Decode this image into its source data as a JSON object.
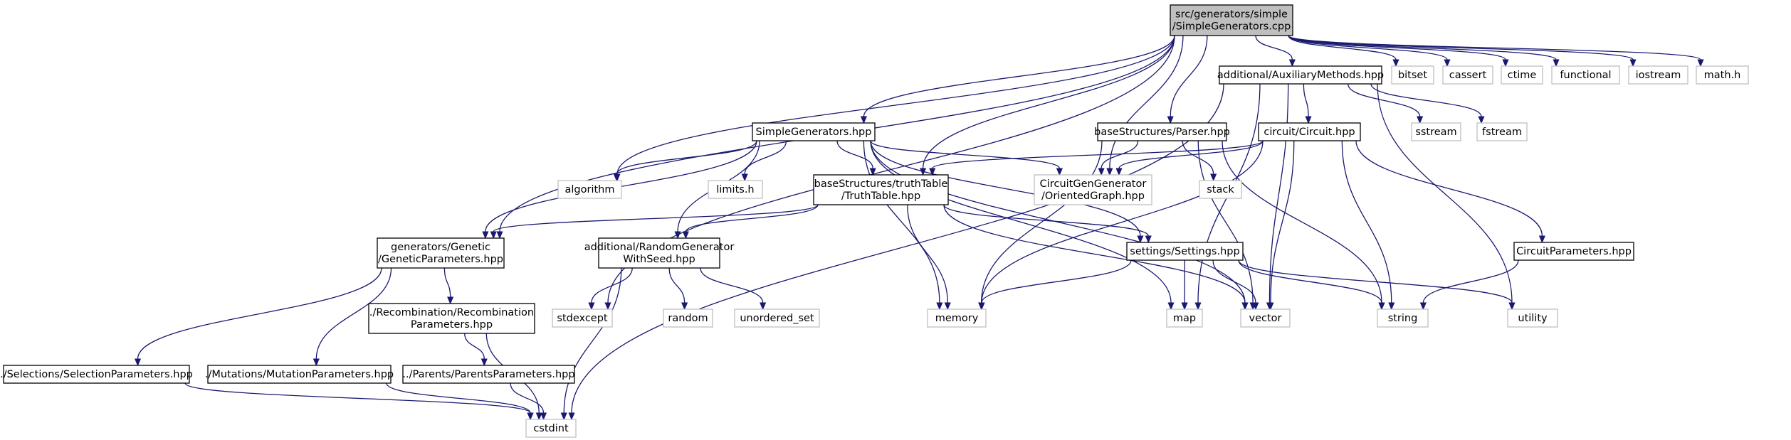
{
  "colors": {
    "edge": "#191970",
    "root_fill": "#bfbfbf",
    "root_border": "#000000",
    "node_border": "#000000",
    "external_border": "#bfbfbf",
    "fill": "#ffffff"
  },
  "nodes": [
    {
      "id": "root",
      "kind": "root",
      "lines": [
        "src/generators/simple",
        "/SimpleGenerators.cpp"
      ]
    },
    {
      "id": "aux",
      "kind": "local",
      "lines": [
        "additional/AuxiliaryMethods.hpp"
      ]
    },
    {
      "id": "bitset",
      "kind": "system",
      "lines": [
        "bitset"
      ]
    },
    {
      "id": "cassert",
      "kind": "system",
      "lines": [
        "cassert"
      ]
    },
    {
      "id": "ctime",
      "kind": "system",
      "lines": [
        "ctime"
      ]
    },
    {
      "id": "functional",
      "kind": "system",
      "lines": [
        "functional"
      ]
    },
    {
      "id": "iostream",
      "kind": "system",
      "lines": [
        "iostream"
      ]
    },
    {
      "id": "mathh",
      "kind": "system",
      "lines": [
        "math.h"
      ]
    },
    {
      "id": "simplegen",
      "kind": "local",
      "lines": [
        "SimpleGenerators.hpp"
      ]
    },
    {
      "id": "parser",
      "kind": "local",
      "lines": [
        "baseStructures/Parser.hpp"
      ]
    },
    {
      "id": "circuit",
      "kind": "local",
      "lines": [
        "circuit/Circuit.hpp"
      ]
    },
    {
      "id": "sstream",
      "kind": "system",
      "lines": [
        "sstream"
      ]
    },
    {
      "id": "fstream",
      "kind": "system",
      "lines": [
        "fstream"
      ]
    },
    {
      "id": "algorithm",
      "kind": "system",
      "lines": [
        "algorithm"
      ]
    },
    {
      "id": "limits",
      "kind": "system",
      "lines": [
        "limits.h"
      ]
    },
    {
      "id": "truth",
      "kind": "local",
      "lines": [
        "baseStructures/truthTable",
        "/TruthTable.hpp"
      ]
    },
    {
      "id": "oriented",
      "kind": "system",
      "lines": [
        "CircuitGenGenerator",
        "/OrientedGraph.hpp"
      ]
    },
    {
      "id": "stack",
      "kind": "system",
      "lines": [
        "stack"
      ]
    },
    {
      "id": "genetic",
      "kind": "local",
      "lines": [
        "generators/Genetic",
        "/GeneticParameters.hpp"
      ]
    },
    {
      "id": "random",
      "kind": "local",
      "lines": [
        "additional/RandomGenerator",
        "WithSeed.hpp"
      ]
    },
    {
      "id": "settings",
      "kind": "local",
      "lines": [
        "settings/Settings.hpp"
      ]
    },
    {
      "id": "circparams",
      "kind": "local",
      "lines": [
        "CircuitParameters.hpp"
      ]
    },
    {
      "id": "recomb",
      "kind": "local",
      "lines": [
        "./Recombination/Recombination",
        "Parameters.hpp"
      ]
    },
    {
      "id": "stdexcept",
      "kind": "system",
      "lines": [
        "stdexcept"
      ]
    },
    {
      "id": "randomlib",
      "kind": "system",
      "lines": [
        "random"
      ]
    },
    {
      "id": "unordered",
      "kind": "system",
      "lines": [
        "unordered_set"
      ]
    },
    {
      "id": "memory",
      "kind": "system",
      "lines": [
        "memory"
      ]
    },
    {
      "id": "map",
      "kind": "system",
      "lines": [
        "map"
      ]
    },
    {
      "id": "vector",
      "kind": "system",
      "lines": [
        "vector"
      ]
    },
    {
      "id": "string",
      "kind": "system",
      "lines": [
        "string"
      ]
    },
    {
      "id": "utility",
      "kind": "system",
      "lines": [
        "utility"
      ]
    },
    {
      "id": "selection",
      "kind": "local",
      "lines": [
        "./Selections/SelectionParameters.hpp"
      ]
    },
    {
      "id": "mutation",
      "kind": "local",
      "lines": [
        "./Mutations/MutationParameters.hpp"
      ]
    },
    {
      "id": "parents",
      "kind": "local",
      "lines": [
        "../Parents/ParentsParameters.hpp"
      ]
    },
    {
      "id": "cstdint",
      "kind": "system",
      "lines": [
        "cstdint"
      ]
    }
  ],
  "edges": [
    [
      "root",
      "genetic"
    ],
    [
      "root",
      "stdexcept"
    ],
    [
      "root",
      "algorithm"
    ],
    [
      "root",
      "simplegen"
    ],
    [
      "root",
      "truth"
    ],
    [
      "root",
      "oriented"
    ],
    [
      "root",
      "parser"
    ],
    [
      "root",
      "aux"
    ],
    [
      "root",
      "bitset"
    ],
    [
      "root",
      "cassert"
    ],
    [
      "root",
      "ctime"
    ],
    [
      "root",
      "functional"
    ],
    [
      "root",
      "iostream"
    ],
    [
      "root",
      "mathh"
    ],
    [
      "aux",
      "circuit"
    ],
    [
      "aux",
      "sstream"
    ],
    [
      "aux",
      "fstream"
    ],
    [
      "aux",
      "map"
    ],
    [
      "aux",
      "vector"
    ],
    [
      "aux",
      "utility"
    ],
    [
      "aux",
      "cstdint"
    ],
    [
      "simplegen",
      "algorithm"
    ],
    [
      "simplegen",
      "limits"
    ],
    [
      "simplegen",
      "truth"
    ],
    [
      "simplegen",
      "oriented"
    ],
    [
      "simplegen",
      "genetic"
    ],
    [
      "simplegen",
      "random"
    ],
    [
      "simplegen",
      "settings"
    ],
    [
      "simplegen",
      "memory"
    ],
    [
      "simplegen",
      "map"
    ],
    [
      "simplegen",
      "vector"
    ],
    [
      "parser",
      "oriented"
    ],
    [
      "parser",
      "stack"
    ],
    [
      "parser",
      "memory"
    ],
    [
      "parser",
      "vector"
    ],
    [
      "parser",
      "string"
    ],
    [
      "circuit",
      "truth"
    ],
    [
      "circuit",
      "oriented"
    ],
    [
      "circuit",
      "circparams"
    ],
    [
      "circuit",
      "memory"
    ],
    [
      "circuit",
      "vector"
    ],
    [
      "circuit",
      "string"
    ],
    [
      "truth",
      "genetic"
    ],
    [
      "truth",
      "random"
    ],
    [
      "truth",
      "settings"
    ],
    [
      "truth",
      "memory"
    ],
    [
      "truth",
      "vector"
    ],
    [
      "genetic",
      "recomb"
    ],
    [
      "genetic",
      "selection"
    ],
    [
      "genetic",
      "mutation"
    ],
    [
      "random",
      "stdexcept"
    ],
    [
      "random",
      "randomlib"
    ],
    [
      "random",
      "unordered"
    ],
    [
      "random",
      "cstdint"
    ],
    [
      "settings",
      "memory"
    ],
    [
      "settings",
      "map"
    ],
    [
      "settings",
      "vector"
    ],
    [
      "settings",
      "string"
    ],
    [
      "settings",
      "utility"
    ],
    [
      "circparams",
      "string"
    ],
    [
      "recomb",
      "parents"
    ],
    [
      "recomb",
      "cstdint"
    ],
    [
      "selection",
      "cstdint"
    ],
    [
      "mutation",
      "cstdint"
    ],
    [
      "parents",
      "cstdint"
    ]
  ]
}
